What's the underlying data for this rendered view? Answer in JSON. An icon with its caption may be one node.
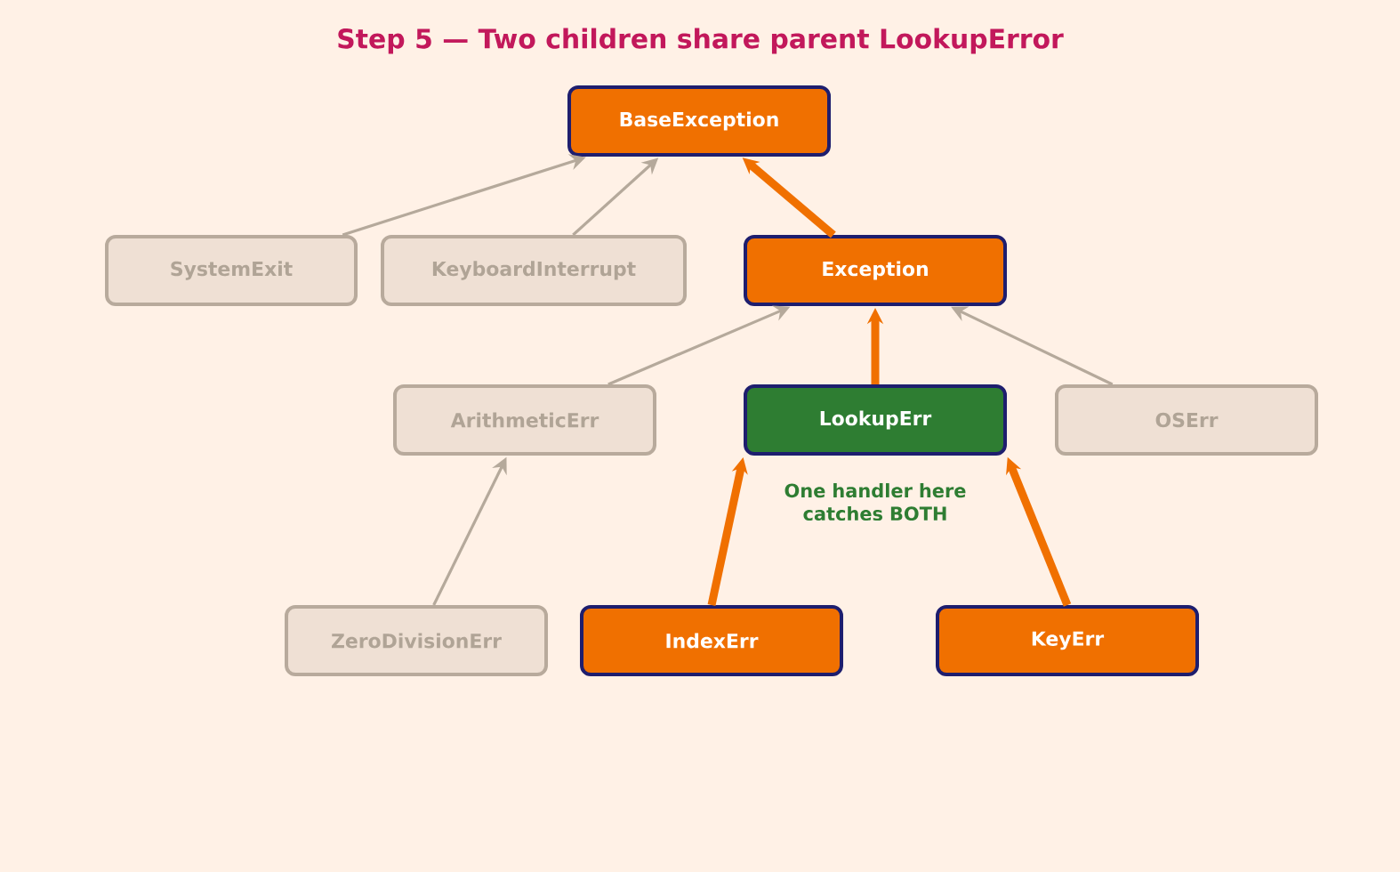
{
  "diagram": {
    "title": "Step 5 — Two children share parent LookupError",
    "nodes": [
      {
        "text": [
          "BaseException"
        ]
      },
      {
        "text": [
          "SystemExit"
        ]
      },
      {
        "text": [
          "KeyboardInterrupt"
        ]
      },
      {
        "text": [
          "Exception"
        ]
      },
      {
        "text": [
          "ArithmeticErr"
        ]
      },
      {
        "text": [
          "LookupErr"
        ],
        "beside": [
          "One handler here catches BOTH"
        ]
      },
      {
        "text": [
          "OSErr"
        ]
      },
      {
        "text": [
          "ZeroDivisionErr"
        ]
      },
      {
        "text": [
          "IndexErr"
        ]
      },
      {
        "text": [
          "KeyErr"
        ]
      }
    ],
    "edges": [
      {
        "from": 1,
        "to": 0,
        "arrow": "to"
      },
      {
        "from": 2,
        "to": 0,
        "arrow": "to"
      },
      {
        "from": 3,
        "to": 0,
        "arrow": "to",
        "style": "thick",
        "color": "#f07000"
      },
      {
        "from": 4,
        "to": 3,
        "arrow": "to"
      },
      {
        "from": 5,
        "to": 3,
        "arrow": "to",
        "style": "thick",
        "color": "#f07000"
      },
      {
        "from": 6,
        "to": 3,
        "arrow": "to"
      },
      {
        "from": 7,
        "to": 4,
        "arrow": "to"
      },
      {
        "from": 8,
        "to": 5,
        "arrow": "to",
        "style": "thick",
        "color": "#f07000"
      },
      {
        "from": 9,
        "to": 5,
        "arrow": "to",
        "style": "thick",
        "color": "#f07000"
      }
    ]
  }
}
